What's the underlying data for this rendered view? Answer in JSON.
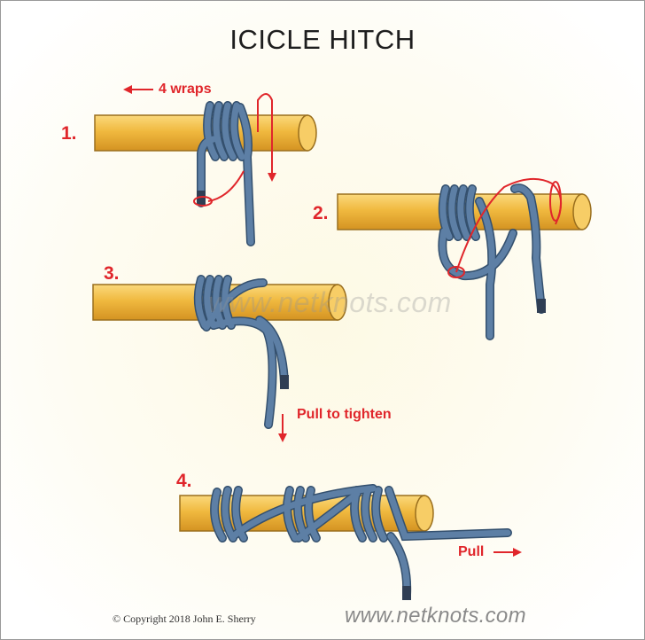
{
  "title": "ICICLE HITCH",
  "steps": [
    {
      "number": "1."
    },
    {
      "number": "2."
    },
    {
      "number": "3."
    },
    {
      "number": "4."
    }
  ],
  "annotations": {
    "wraps": "4 wraps",
    "pull_to_tighten": "Pull to tighten",
    "pull": "Pull"
  },
  "watermark": "www.netknots.com",
  "footer": {
    "copyright": "©  Copyright  2018  John E. Sherry",
    "site": "www.netknots.com"
  },
  "colors": {
    "rope": "#5d7fa5",
    "rope_edge": "#34506e",
    "pole": "#edb43a",
    "pole_edge": "#9a6f1e",
    "arrow": "#e0262b"
  }
}
